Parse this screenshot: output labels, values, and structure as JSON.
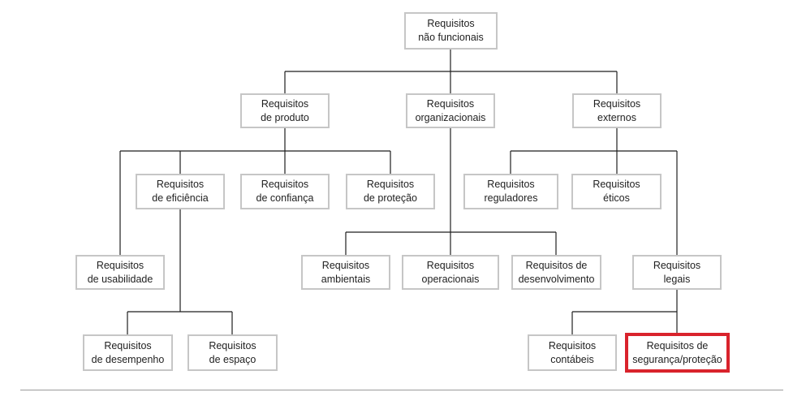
{
  "nodes": {
    "root": "Requisitos\nnão funcionais",
    "produto": "Requisitos\nde produto",
    "organizacionais": "Requisitos\norganizacionais",
    "externos": "Requisitos\nexternos",
    "eficiencia": "Requisitos\nde eficiência",
    "confianca": "Requisitos\nde confiança",
    "protecao": "Requisitos\nde proteção",
    "reguladores": "Requisitos\nreguladores",
    "eticos": "Requisitos\néticos",
    "usabilidade": "Requisitos\nde usabilidade",
    "ambientais": "Requisitos\nambientais",
    "operacionais": "Requisitos\noperacionais",
    "desenvolvimento": "Requisitos de\ndesenvolvimento",
    "legais": "Requisitos\nlegais",
    "desempenho": "Requisitos\nde desempenho",
    "espaco": "Requisitos\nde espaço",
    "contabeis": "Requisitos\ncontábeis",
    "seguranca": "Requisitos de\nsegurança/proteção"
  },
  "colors": {
    "highlight": "#d9232c",
    "box_border": "#c6c6c6",
    "line": "#1f1f1f"
  }
}
